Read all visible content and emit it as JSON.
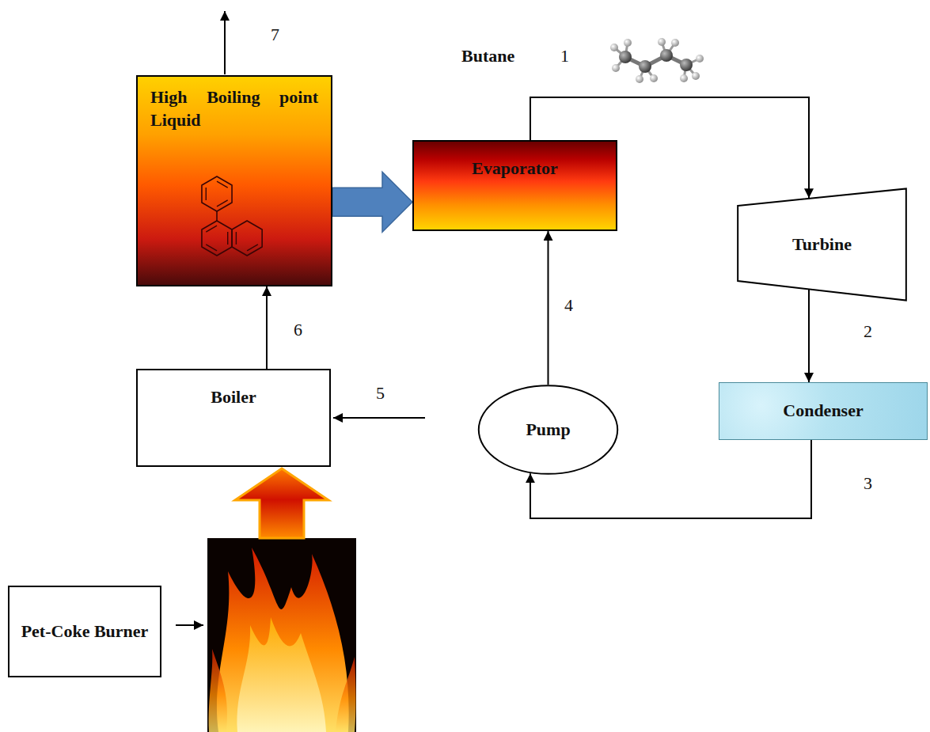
{
  "diagram": {
    "nodes": [
      {
        "text": [
          "High Boiling point Liquid"
        ]
      },
      {
        "text": [
          "Evaporator"
        ]
      },
      {
        "text": [
          "Turbine"
        ]
      },
      {
        "text": [
          "Boiler"
        ]
      },
      {
        "text": [
          "Condenser"
        ]
      },
      {
        "text": [
          "Pump"
        ]
      },
      {
        "text": [
          "Pet-Coke Burner"
        ]
      }
    ],
    "edges": [
      {
        "from": 0,
        "to": 1,
        "arrow": "to"
      },
      {
        "from": 1,
        "to": 2,
        "arrow": "to"
      },
      {
        "from": 2,
        "to": 4,
        "arrow": "to"
      },
      {
        "from": 4,
        "to": 5,
        "arrow": "to"
      },
      {
        "from": 5,
        "to": 1,
        "arrow": "to"
      },
      {
        "from": 3,
        "to": 0,
        "arrow": "to"
      }
    ],
    "labels": [
      "7",
      "Butane",
      "1",
      "4",
      "2",
      "6",
      "5",
      "3"
    ]
  }
}
